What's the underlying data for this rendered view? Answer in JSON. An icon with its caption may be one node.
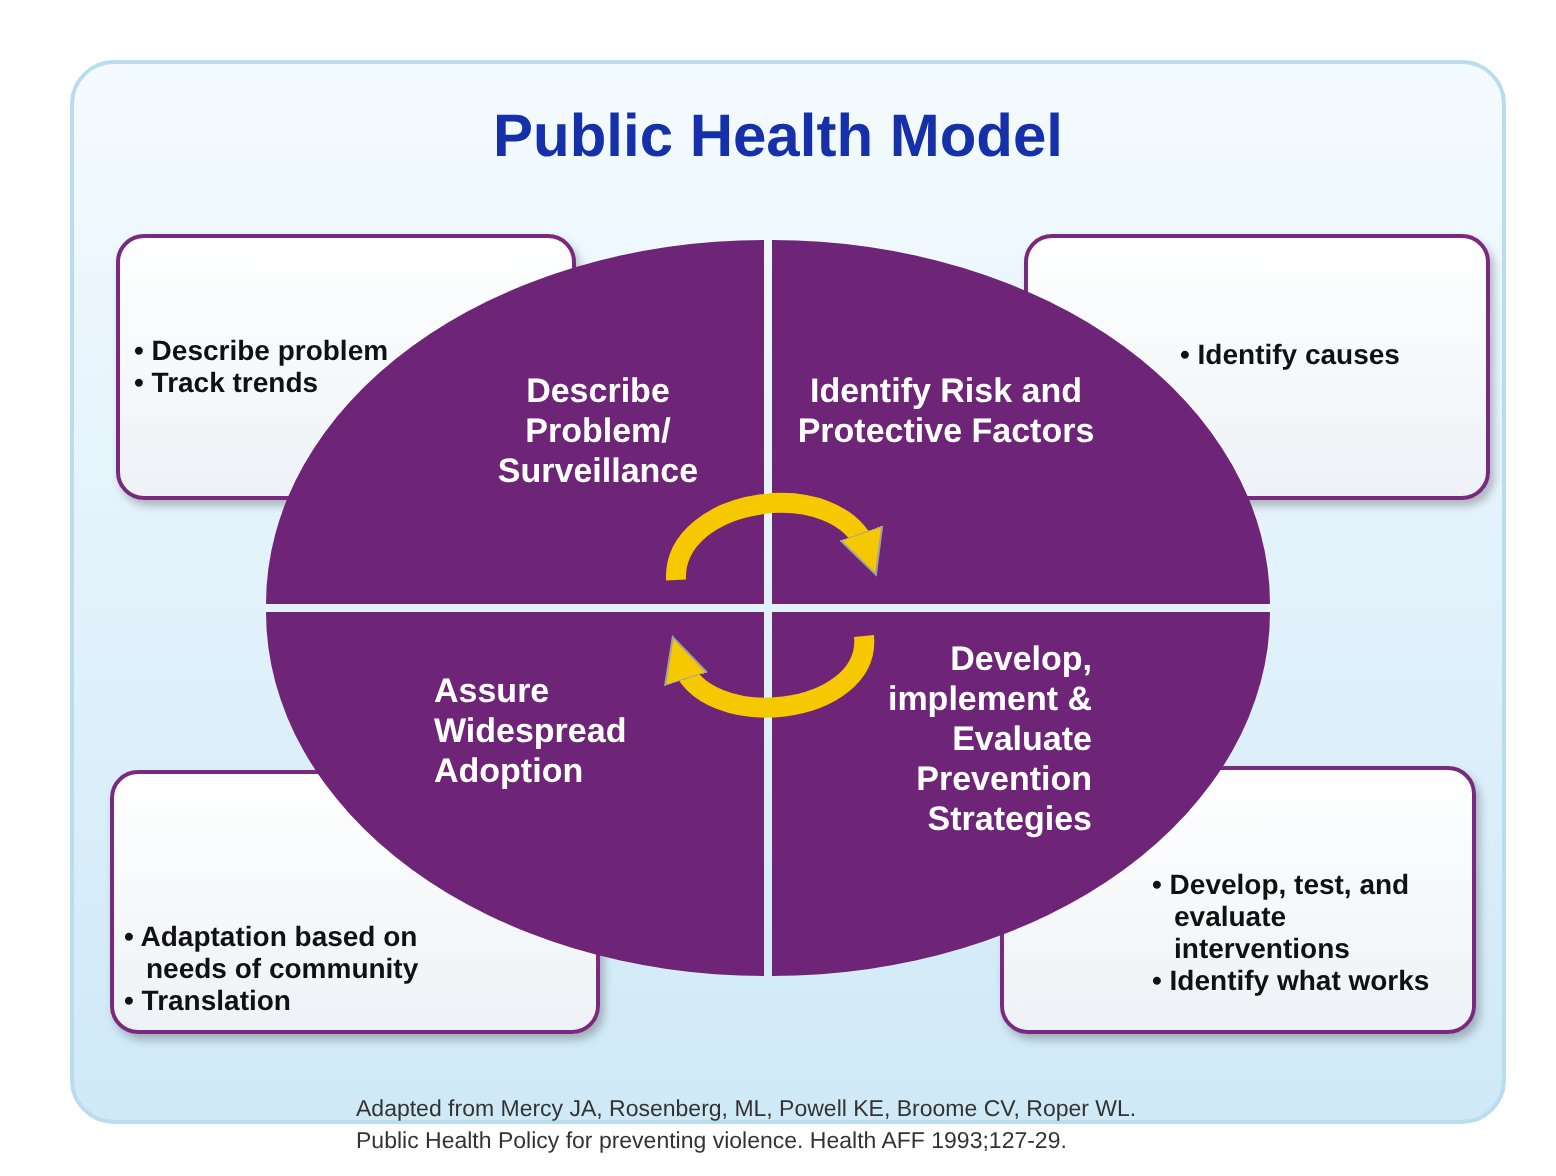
{
  "diagram": {
    "title": "Public Health Model",
    "nodes": [
      {
        "text": [
          "• Describe problem",
          "• Track trends"
        ]
      },
      {
        "text": [
          "Describe Problem/ Surveillance"
        ]
      },
      {
        "text": [
          "Identify Risk and Protective Factors"
        ]
      },
      {
        "text": [
          "• Identify causes"
        ]
      },
      {
        "text": [
          "Assure Widespread Adoption"
        ]
      },
      {
        "text": [
          "Develop, implement & Evaluate Prevention Strategies"
        ]
      },
      {
        "text": [
          "• Adaptation based on needs of community",
          "• Translation"
        ]
      },
      {
        "text": [
          "• Develop, test, and evaluate interventions",
          "• Identify what works"
        ]
      }
    ],
    "edges": [
      {
        "from": 1,
        "to": 2,
        "arrow": "to"
      },
      {
        "from": 5,
        "to": 4,
        "arrow": "to"
      }
    ],
    "caption": "Adapted from Mercy JA, Rosenberg, ML, Powell KE, Broome CV, Roper WL. Public Health Policy for preventing violence. Health AFF 1993;127-29."
  }
}
